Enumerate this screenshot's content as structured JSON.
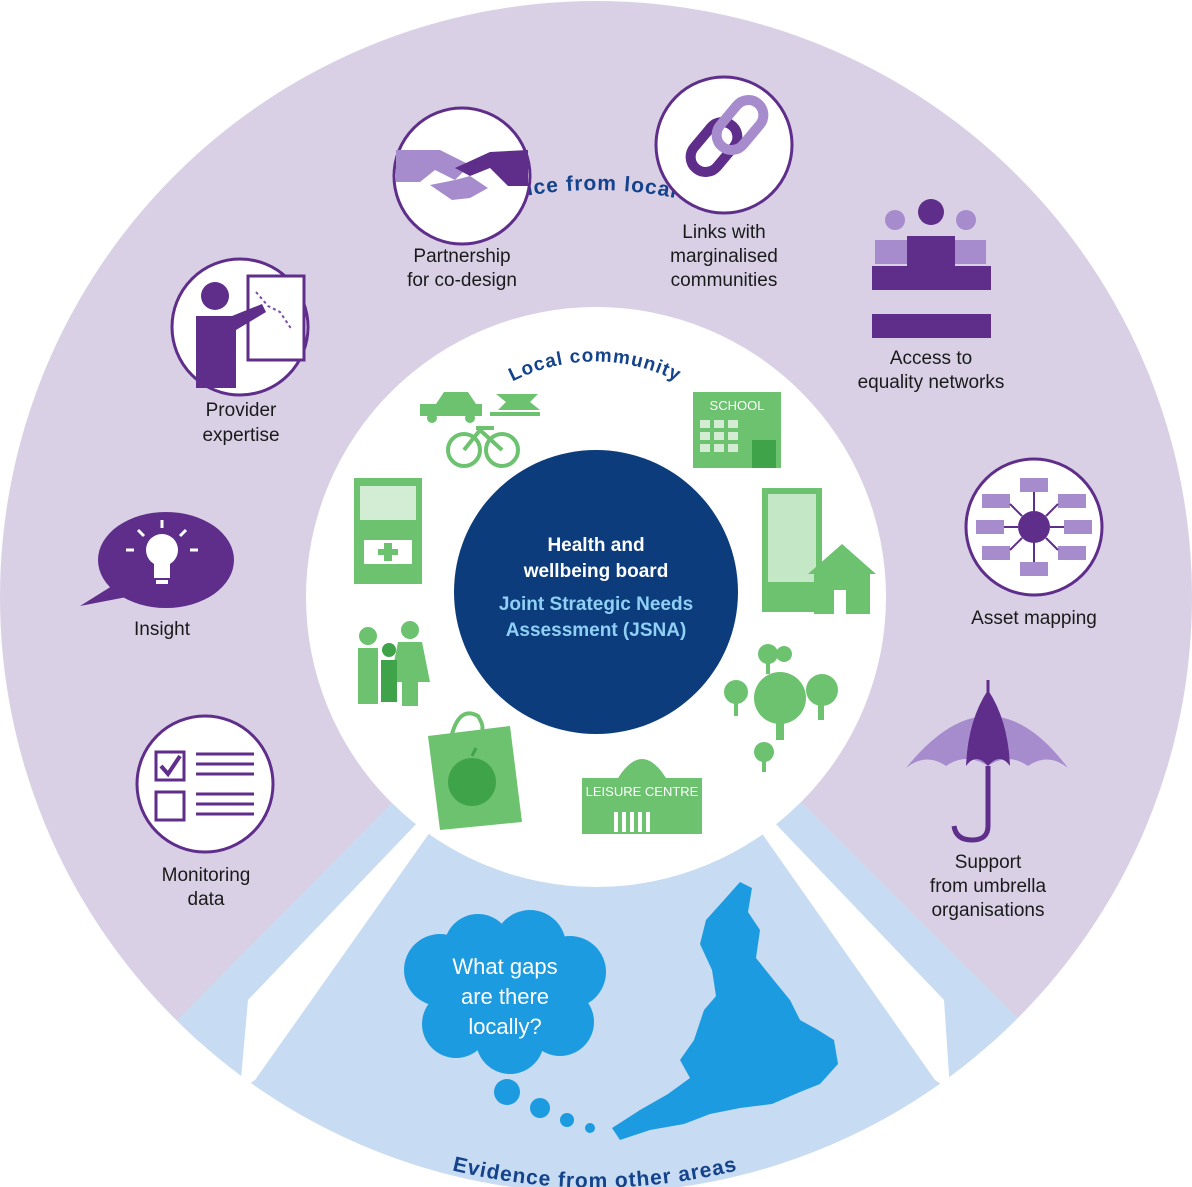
{
  "colors": {
    "outer_ring": "#d9d0e6",
    "purple_dark": "#5f2d8a",
    "purple_mid": "#7b4ea6",
    "purple_light": "#a68ccc",
    "navy": "#0c3c7c",
    "green": "#6cc26e",
    "green_dark": "#3fa34a",
    "bottom_wedge": "#c7dcf2",
    "blue_map": "#1d9be0"
  },
  "arcs": {
    "outer_top": "Evidence from local area",
    "inner_top": "Local community",
    "bottom": "Evidence from other areas"
  },
  "center": {
    "line1": "Health and",
    "line2": "wellbeing board",
    "line3": "Joint Strategic Needs",
    "line4": "Assessment (JSNA)"
  },
  "outer_items": {
    "partnership": [
      "Partnership",
      "for co-design"
    ],
    "links": [
      "Links with",
      "marginalised",
      "communities"
    ],
    "equality": [
      "Access to",
      "equality networks"
    ],
    "provider": [
      "Provider",
      "expertise"
    ],
    "insight": [
      "Insight"
    ],
    "asset": [
      "Asset mapping"
    ],
    "monitoring": [
      "Monitoring",
      "data"
    ],
    "support": [
      "Support",
      "from umbrella",
      "organisations"
    ]
  },
  "community_signs": {
    "school": "SCHOOL",
    "leisure": "LEISURE CENTRE"
  },
  "cloud": {
    "line1": "What gaps",
    "line2": "are there",
    "line3": "locally?"
  },
  "icons": {
    "partnership": "handshake-icon",
    "links": "chain-link-icon",
    "equality": "people-group-icon",
    "provider": "presenter-chart-icon",
    "insight": "lightbulb-speech-icon",
    "asset": "network-map-icon",
    "monitoring": "checklist-icon",
    "support": "umbrella-icon",
    "transport": "transport-icon",
    "school": "school-building-icon",
    "hospital": "hospital-building-icon",
    "housing": "housing-icon",
    "family": "family-icon",
    "parks": "trees-icon",
    "food": "shopping-bag-apple-icon",
    "leisure": "leisure-centre-icon",
    "map": "england-map-icon",
    "cloud": "thought-cloud-icon"
  }
}
